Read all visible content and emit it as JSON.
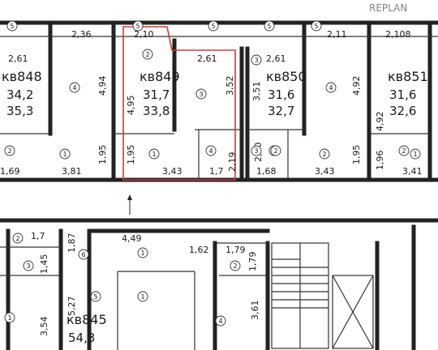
{
  "watermark": "REPLAN",
  "apartments": [
    {
      "id": "848",
      "label": "кв848",
      "living": "34,2",
      "total": "35,3"
    },
    {
      "id": "849",
      "label": "кв849",
      "living": "31,7",
      "total": "33,8"
    },
    {
      "id": "850",
      "label": "кв850",
      "living": "31,6",
      "total": "32,7"
    },
    {
      "id": "851",
      "label": "кв851",
      "living": "31,6",
      "total": "32,6"
    },
    {
      "id": "845",
      "label": "кв845",
      "living": "54,3",
      "total": ""
    }
  ],
  "dimensions": [
    "2,36",
    "2,10",
    "2,61",
    "2,61",
    "2,61",
    "2,11",
    "2,108",
    "4,94",
    "4,95",
    "3,52",
    "3,51",
    "4,92",
    "4,92",
    "1,95",
    "1,95",
    "1,95",
    "1,96",
    "1,69",
    "3,81",
    "3,43",
    "1,7",
    "2,19",
    "2,20",
    "1,68",
    "3,43",
    "3,41",
    "1,7",
    "1,87",
    "1,45",
    "4,49",
    "1,62",
    "1,79",
    "1,79",
    "3,54",
    "5,27",
    "3,61"
  ],
  "room_numbers": [
    "5",
    "5",
    "5",
    "5",
    "5",
    "2",
    "4",
    "3",
    "4",
    "3",
    "4",
    "1",
    "2",
    "1",
    "4",
    "2",
    "1",
    "2",
    "1",
    "2",
    "1",
    "6",
    "3",
    "1",
    "2",
    "5",
    "4",
    "2",
    "3"
  ],
  "colors": {
    "highlight": "#d23a3a",
    "walls": "#222222"
  }
}
